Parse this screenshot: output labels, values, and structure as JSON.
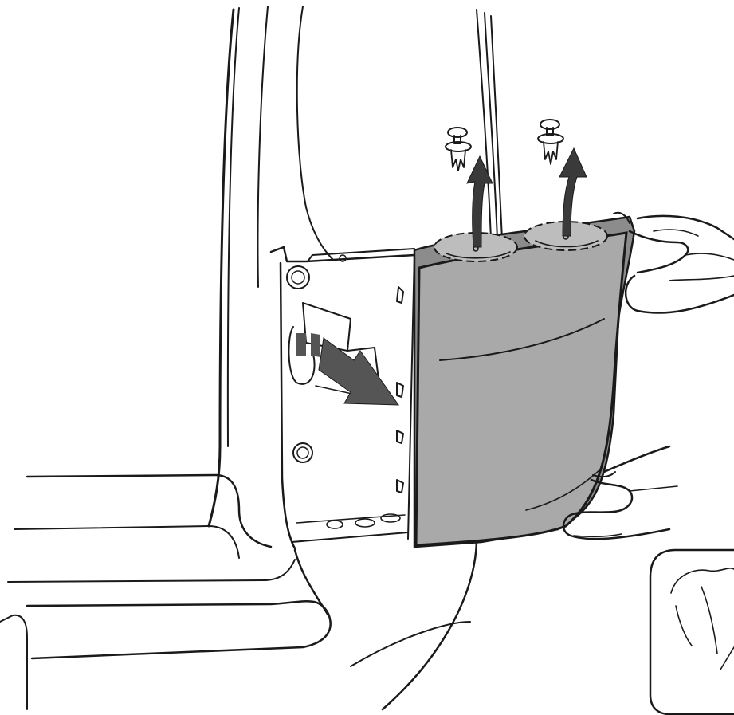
{
  "figure": {
    "kind": "technical-illustration",
    "subject": "removal-of-taillight-cover-panel",
    "colors": {
      "line": "#1a1a1a",
      "background": "#ffffff",
      "panel_fill": "#a9a9a9",
      "panel_edge": "#8c8c8c",
      "arrow_fill": "#555555",
      "clip_area_fill": "#bdbdbd"
    },
    "icons": [
      "push-clip-icon",
      "push-clip-icon",
      "removal-arrow-up",
      "removal-arrow-up",
      "pull-out-arrow"
    ]
  }
}
